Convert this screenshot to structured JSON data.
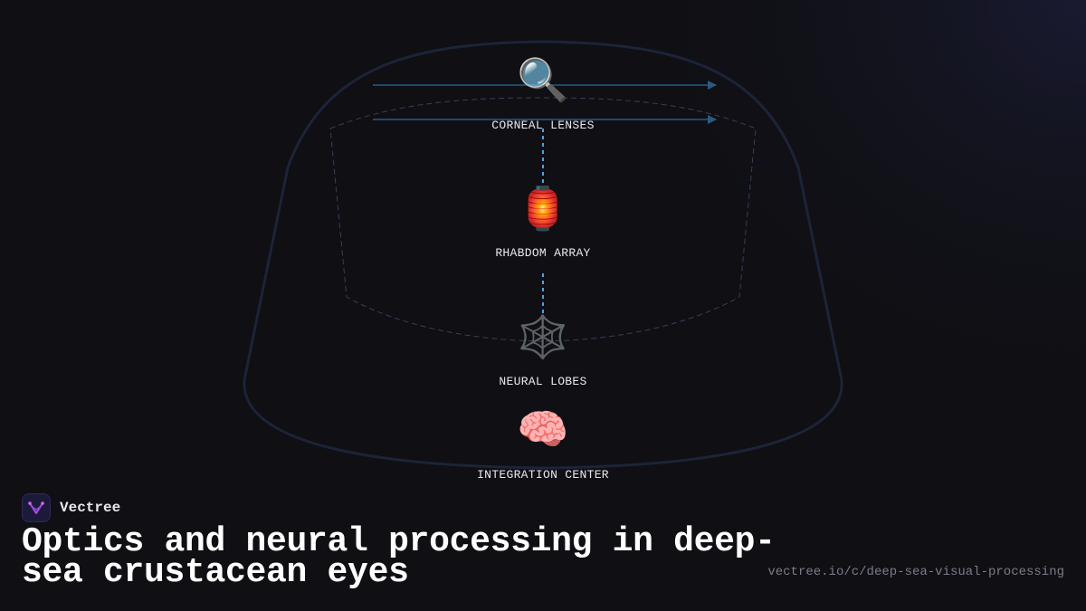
{
  "diagram": {
    "nodes": [
      {
        "id": "corneal",
        "label": "CORNEAL LENSES",
        "icon": "magnifying-glass-icon",
        "emoji": "🔍"
      },
      {
        "id": "rhabdom",
        "label": "RHABDOM ARRAY",
        "icon": "lantern-icon",
        "emoji": "🏮"
      },
      {
        "id": "neural",
        "label": "NEURAL LOBES",
        "icon": "spider-web-icon",
        "emoji": "🕸️"
      },
      {
        "id": "integration",
        "label": "INTEGRATION CENTER",
        "icon": "brain-icon",
        "emoji": "🧠"
      }
    ]
  },
  "brand": {
    "name": "Vectree",
    "logo_icon": "vectree-logo-icon"
  },
  "title": "Optics and neural processing in deep-sea crustacean eyes",
  "url": "vectree.io/c/deep-sea-visual-processing",
  "colors": {
    "background": "#0f0f14",
    "outline": "#1b2438",
    "arrow": "#1e4a6a",
    "connector": "#4aa3e0",
    "dashed_region": "#3a3f58",
    "logo_accent": "#b04ae0"
  }
}
